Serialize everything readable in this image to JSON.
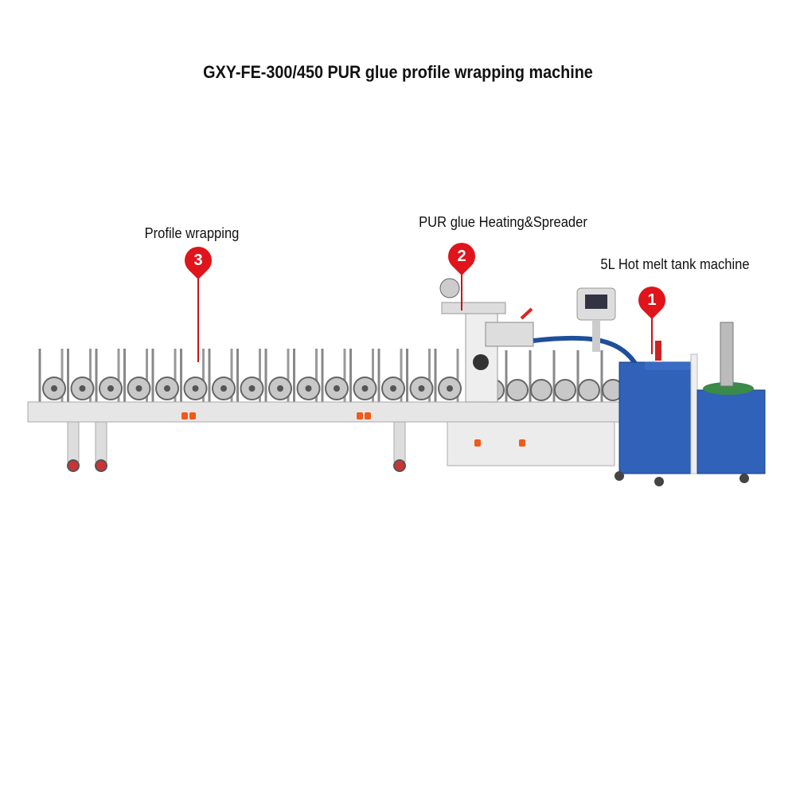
{
  "title": "GXY-FE-300/450 PUR glue profile wrapping machine",
  "callouts": [
    {
      "number": "1",
      "label": "5L Hot melt tank machine"
    },
    {
      "number": "2",
      "label": "PUR glue Heating&Spreader"
    },
    {
      "number": "3",
      "label": "Profile wrapping"
    }
  ],
  "colors": {
    "marker": "#e0141b",
    "tank": "#2f62b8",
    "frame": "#e6e6e6"
  }
}
